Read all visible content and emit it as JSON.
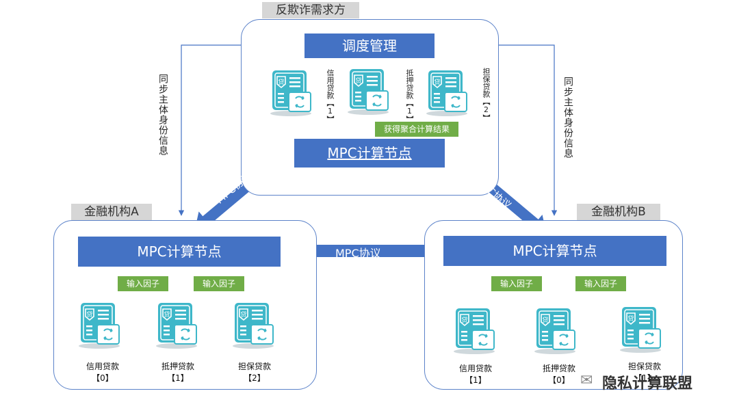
{
  "top": {
    "tag": "反欺诈需求方",
    "scheduler": "调度管理",
    "node": "MPC计算节点",
    "result": "获得聚合计算结果",
    "docs": [
      {
        "label": "信用贷款",
        "index": "【1】"
      },
      {
        "label": "抵押贷款",
        "index": "【1】"
      },
      {
        "label": "担保贷款",
        "index": "【2】"
      }
    ]
  },
  "left": {
    "tag": "金融机构A",
    "node": "MPC计算节点",
    "input1": "输入因子",
    "input2": "输入因子",
    "docs": [
      {
        "label": "信用贷款",
        "index": "【0】"
      },
      {
        "label": "抵押贷款",
        "index": "【1】"
      },
      {
        "label": "担保贷款",
        "index": "【2】"
      }
    ]
  },
  "right": {
    "tag": "金融机构B",
    "node": "MPC计算节点",
    "input1": "输入因子",
    "input2": "输入因子",
    "docs": [
      {
        "label": "信用贷款",
        "index": "【1】"
      },
      {
        "label": "抵押贷款",
        "index": "【0】"
      },
      {
        "label": "担保贷款",
        "index": "【1】"
      }
    ]
  },
  "links": {
    "sync_left": "同步主体身份信息",
    "sync_right": "同步主体身份信息",
    "mpc_left": "MPC协议",
    "mpc_right": "MPC协议",
    "mpc_bottom": "MPC协议"
  },
  "watermark": "隐私计算联盟",
  "icon_glyph": "贷",
  "colors": {
    "blue": "#4472c4",
    "green": "#70ad47",
    "icon": "#3eb7c9"
  }
}
